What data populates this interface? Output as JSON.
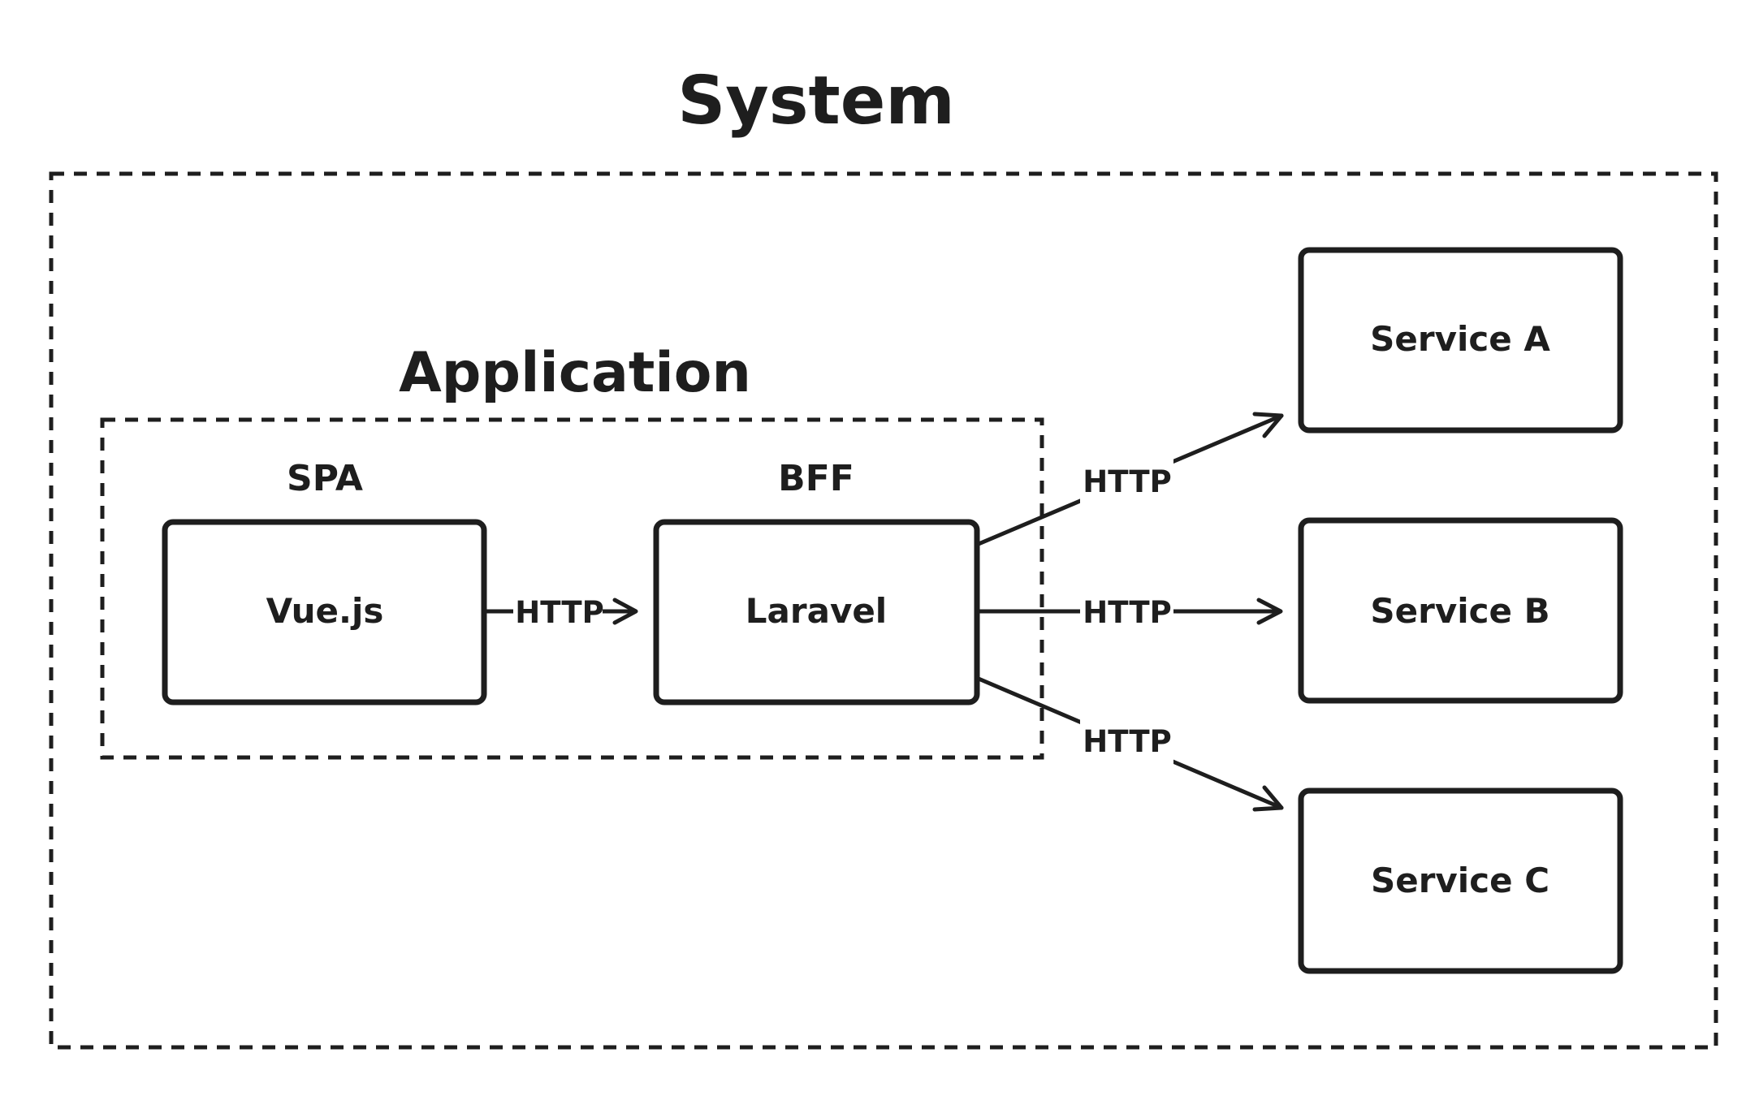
{
  "colors": {
    "stroke": "#1e1e1e",
    "background": "#ffffff"
  },
  "groups": {
    "system": {
      "title": "System"
    },
    "application": {
      "title": "Application"
    }
  },
  "nodes": {
    "spa": {
      "caption": "SPA",
      "label": "Vue.js"
    },
    "bff": {
      "caption": "BFF",
      "label": "Laravel"
    },
    "service_a": {
      "label": "Service A"
    },
    "service_b": {
      "label": "Service B"
    },
    "service_c": {
      "label": "Service C"
    }
  },
  "edges": [
    {
      "from": "Vue.js",
      "to": "Laravel",
      "label": "HTTP"
    },
    {
      "from": "Laravel",
      "to": "Service A",
      "label": "HTTP"
    },
    {
      "from": "Laravel",
      "to": "Service B",
      "label": "HTTP"
    },
    {
      "from": "Laravel",
      "to": "Service C",
      "label": "HTTP"
    }
  ]
}
